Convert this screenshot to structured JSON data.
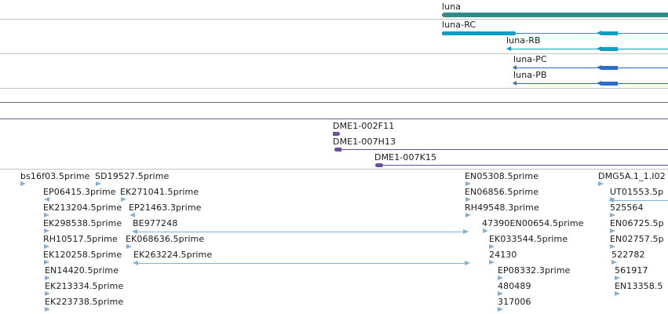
{
  "colors": {
    "teal": "#2e8c8c",
    "cyan": "#0b9fc4",
    "blue": "#2d6cc7",
    "purple": "#6a4e9e",
    "est": "#7fb0d6",
    "separator": "#c4c4c4",
    "separator_dark": "#6a6a78"
  },
  "genes": {
    "luna": "luna",
    "luna_rc": "luna-RC",
    "luna_rb": "luna-RB",
    "luna_pc": "luna-PC",
    "luna_pb": "luna-PB"
  },
  "clones": {
    "c1": "DME1-002F11",
    "c2": "DME1-007H13",
    "c3": "DME1-007K15"
  },
  "ests": {
    "a1": "bs16f03.5prime",
    "a2": "SD19527.5prime",
    "b1": "EP06415.3prime",
    "b2": "EK271041.5prime",
    "c1": "EK213204.5prime",
    "c2": "EP21463.3prime",
    "d1": "EK298538.5prime",
    "d2": "BE977248",
    "e1": "RH10517.5prime",
    "e2": "EK068636.5prime",
    "f1": "EK120258.5prime",
    "f2": "EK263224.5prime",
    "g1": "EN14420.5prime",
    "h1": "EK213334.5prime",
    "i1": "EK223738.5prime",
    "m1": "EN05308.5prime",
    "m2": "EN06856.5prime",
    "m3": "RH49548.3prime",
    "m4": "47390EN00654.5prime",
    "m5": "EK033544.5prime",
    "m6": "24130",
    "m7": "EP08332.3prime",
    "m8": "480489",
    "m9": "317006",
    "r1": "DMG5A.1_1.I02",
    "r2": "UT01553.5p",
    "r3": "525564",
    "r4": "EN06725.5p",
    "r5": "EN02757.5p",
    "r6": "522782",
    "r7": "561917",
    "r8": "EN13358.5"
  }
}
